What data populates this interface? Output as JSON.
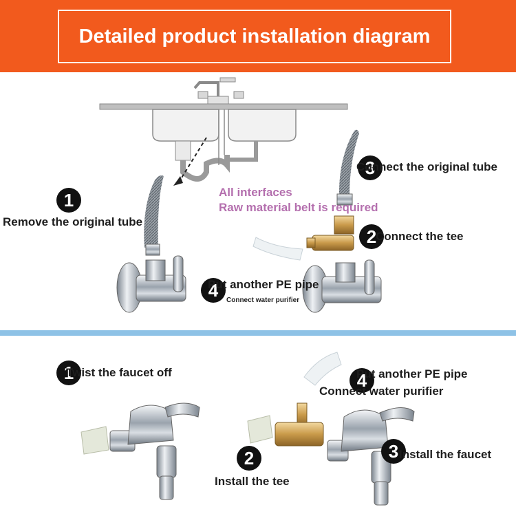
{
  "header": {
    "title": "Detailed product installation diagram"
  },
  "colors": {
    "banner": "#f25a1d",
    "divider": "#8ec2e6",
    "note": "#b46fae"
  },
  "top_panel": {
    "steps": [
      {
        "number": "1",
        "label": "Remove the original tube"
      },
      {
        "number": "2",
        "label": "Connect the tee"
      },
      {
        "number": "3",
        "label": "Connect the original tube"
      },
      {
        "number": "4",
        "label": "Put another PE pipe",
        "sublabel": "Connect water purifier"
      }
    ],
    "note_line1": "All interfaces",
    "note_line2": "Raw material belt is required"
  },
  "bottom_panel": {
    "steps": [
      {
        "number": "1",
        "label": "Twist the faucet off"
      },
      {
        "number": "2",
        "label": "Install the tee"
      },
      {
        "number": "3",
        "label": "Install the faucet"
      },
      {
        "number": "4",
        "label": "Put another PE pipe",
        "sublabel": "Connect water purifier"
      }
    ]
  }
}
